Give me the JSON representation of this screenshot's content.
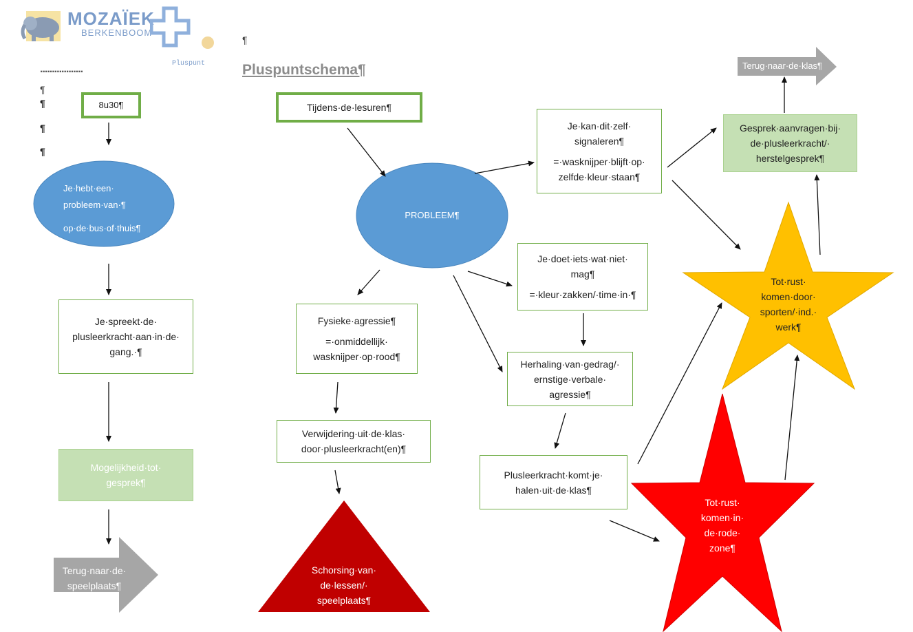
{
  "header": {
    "logo_name": "MOZAÏEK",
    "logo_sub": "BERKENBOOM",
    "pluspunt_label": "Pluspunt",
    "dots": "..................",
    "pilcrow": "¶"
  },
  "title": "Pluspuntschema¶",
  "colors": {
    "outline_green": "#70ad47",
    "light_green": "#c5e0b4",
    "blue": "#5b9bd5",
    "gray": "#a6a6a6",
    "orange": "#ffc000",
    "red": "#ff0000",
    "dark_red": "#c00000"
  },
  "left_flow": {
    "time": "8u30¶",
    "ellipse_lines": [
      "Je·hebt·een·",
      "probleem·van·¶",
      "op·de·bus·of·thuis¶"
    ],
    "speak_lines": [
      "Je·spreekt·de·",
      "plusleerkracht·aan·in·de·",
      "gang.·¶"
    ],
    "possibility_lines": [
      "Mogelijkheid·tot·",
      "gesprek¶"
    ],
    "back_lines": [
      "Terug·naar·de·",
      "speelplaats¶"
    ]
  },
  "middle_flow": {
    "start": "Tijdens·de·lesuren¶",
    "problem": "PROBLEEM¶",
    "physical_lines": [
      "Fysieke·agressie¶"
    ],
    "physical_sub_lines": [
      "=·onmiddellijk·",
      "wasknijper·op·rood¶"
    ],
    "removal_lines": [
      "Verwijdering·uit·de·klas·",
      "door·plusleerkracht(en)¶"
    ],
    "suspension_lines": [
      "Schorsing·van·",
      "de·lessen/·",
      "speelplaats¶"
    ]
  },
  "right_flow": {
    "signal_lines": [
      "Je·kan·dit·zelf·",
      "signaleren¶"
    ],
    "signal_sub_lines": [
      "=·wasknijper·blijft·op·",
      "zelfde·kleur·staan¶"
    ],
    "forbidden_lines": [
      "Je·doet·iets·wat·niet·",
      "mag¶"
    ],
    "forbidden_sub_lines": [
      "=·kleur·zakken/·time·in·¶"
    ],
    "repeat_lines": [
      "Herhaling·van·gedrag/·",
      "ernstige·verbale·",
      "agressie¶"
    ],
    "fetch_lines": [
      "Plusleerkracht·komt·je·",
      "halen·uit·de·klas¶"
    ],
    "talk_lines": [
      "Gesprek·aanvragen·bij·",
      "de·plusleerkracht/·",
      "herstelgesprek¶"
    ],
    "back_class": "Terug·naar·de·klas¶",
    "orange_star_lines": [
      "Tot·rust·",
      "komen·door·",
      "sporten/·ind.·",
      "werk¶"
    ],
    "red_star_lines": [
      "Tot·rust·",
      "komen·in·",
      "de·rode·",
      "zone¶"
    ]
  }
}
